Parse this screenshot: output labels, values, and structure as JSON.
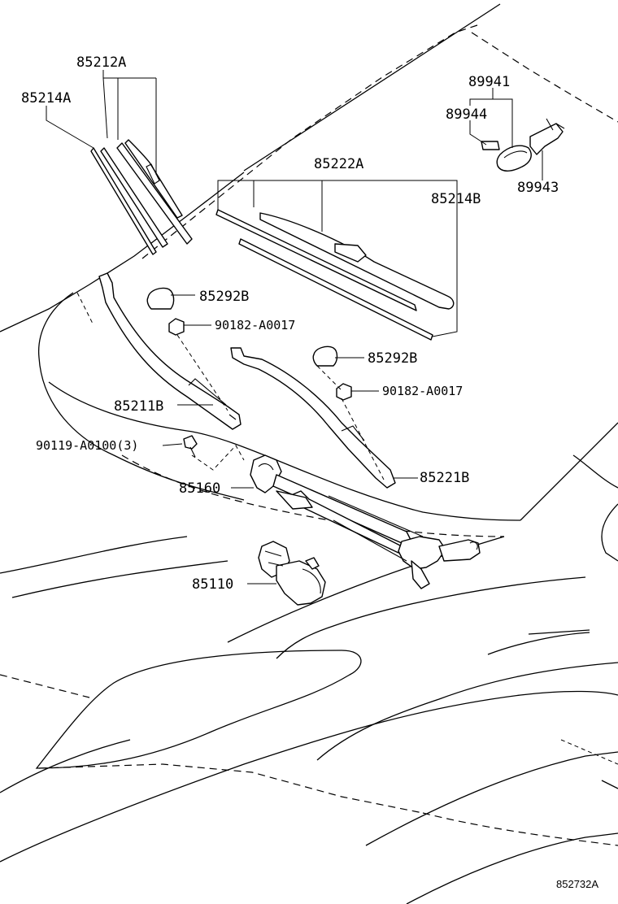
{
  "labels": {
    "p85212a": "85212A",
    "p85214a": "85214A",
    "p85222a": "85222A",
    "p85214b": "85214B",
    "p89941": "89941",
    "p89944": "89944",
    "p89943": "89943",
    "p85292b_1": "85292B",
    "p85292b_2": "85292B",
    "p90182_1": "90182-A0017",
    "p90182_2": "90182-A0017",
    "p85211b": "85211B",
    "p90119": "90119-A0100(3)",
    "p85160": "85160",
    "p85221b": "85221B",
    "p85110": "85110"
  },
  "diagram_ref": "852732A"
}
